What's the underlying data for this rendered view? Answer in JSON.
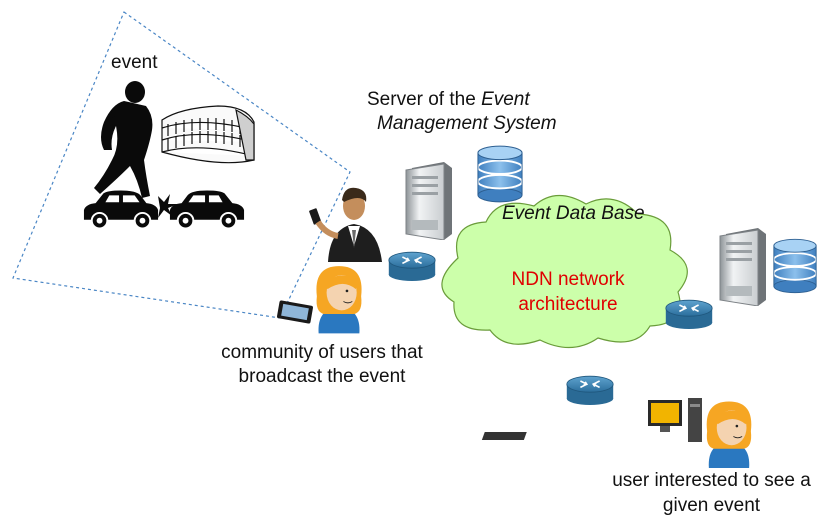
{
  "labels": {
    "event": "event",
    "server_line1_prefix": "Server of the ",
    "server_line1_italic": "Event",
    "server_line2": "Management System",
    "event_db": "Event Data Base",
    "ndn_line1": "NDN network",
    "ndn_line2": "architecture",
    "community_line1": "community of users that",
    "community_line2": "broadcast the event",
    "user_line1": "user interested to see a",
    "user_line2": "given event"
  },
  "colors": {
    "cloud_fill": "#ccffaa",
    "cloud_stroke": "#6a9c3a",
    "ndn_text": "#e00000",
    "router": "#3d84b4",
    "db_fill": "#5b9bd5",
    "hair": "#f5a623",
    "dashed_line": "#4a86c5"
  },
  "icons": [
    "server-icon",
    "database-icon",
    "router-icon",
    "person-icon",
    "computer-icon",
    "silhouette-icon",
    "colosseum-icon",
    "car-icon",
    "phone-icon",
    "tablet-icon"
  ]
}
